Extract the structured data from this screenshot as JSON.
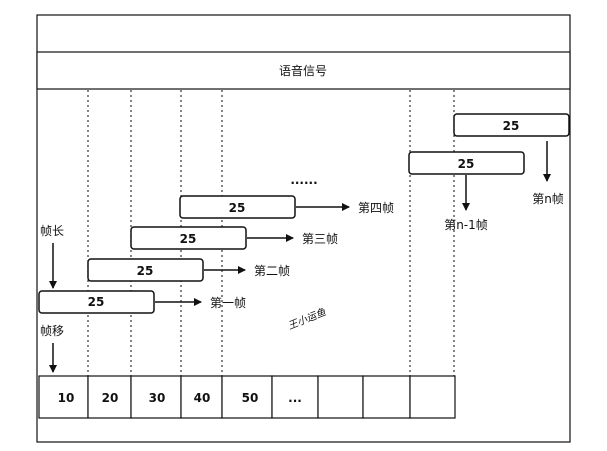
{
  "header": {
    "title": "语音信号"
  },
  "frames": [
    {
      "value": "25",
      "label": "第一帧"
    },
    {
      "value": "25",
      "label": "第二帧"
    },
    {
      "value": "25",
      "label": "第三帧"
    },
    {
      "value": "25",
      "label": "第四帧"
    },
    {
      "value": "25",
      "label": "第n-1帧"
    },
    {
      "value": "25",
      "label": "第n帧"
    }
  ],
  "ellipsis": "......",
  "frame_length_label": "帧长",
  "frame_shift_label": "帧移",
  "watermark": "王小运鱼",
  "axis_cells": [
    "10",
    "20",
    "30",
    "40",
    "50",
    "...",
    "",
    "",
    ""
  ]
}
